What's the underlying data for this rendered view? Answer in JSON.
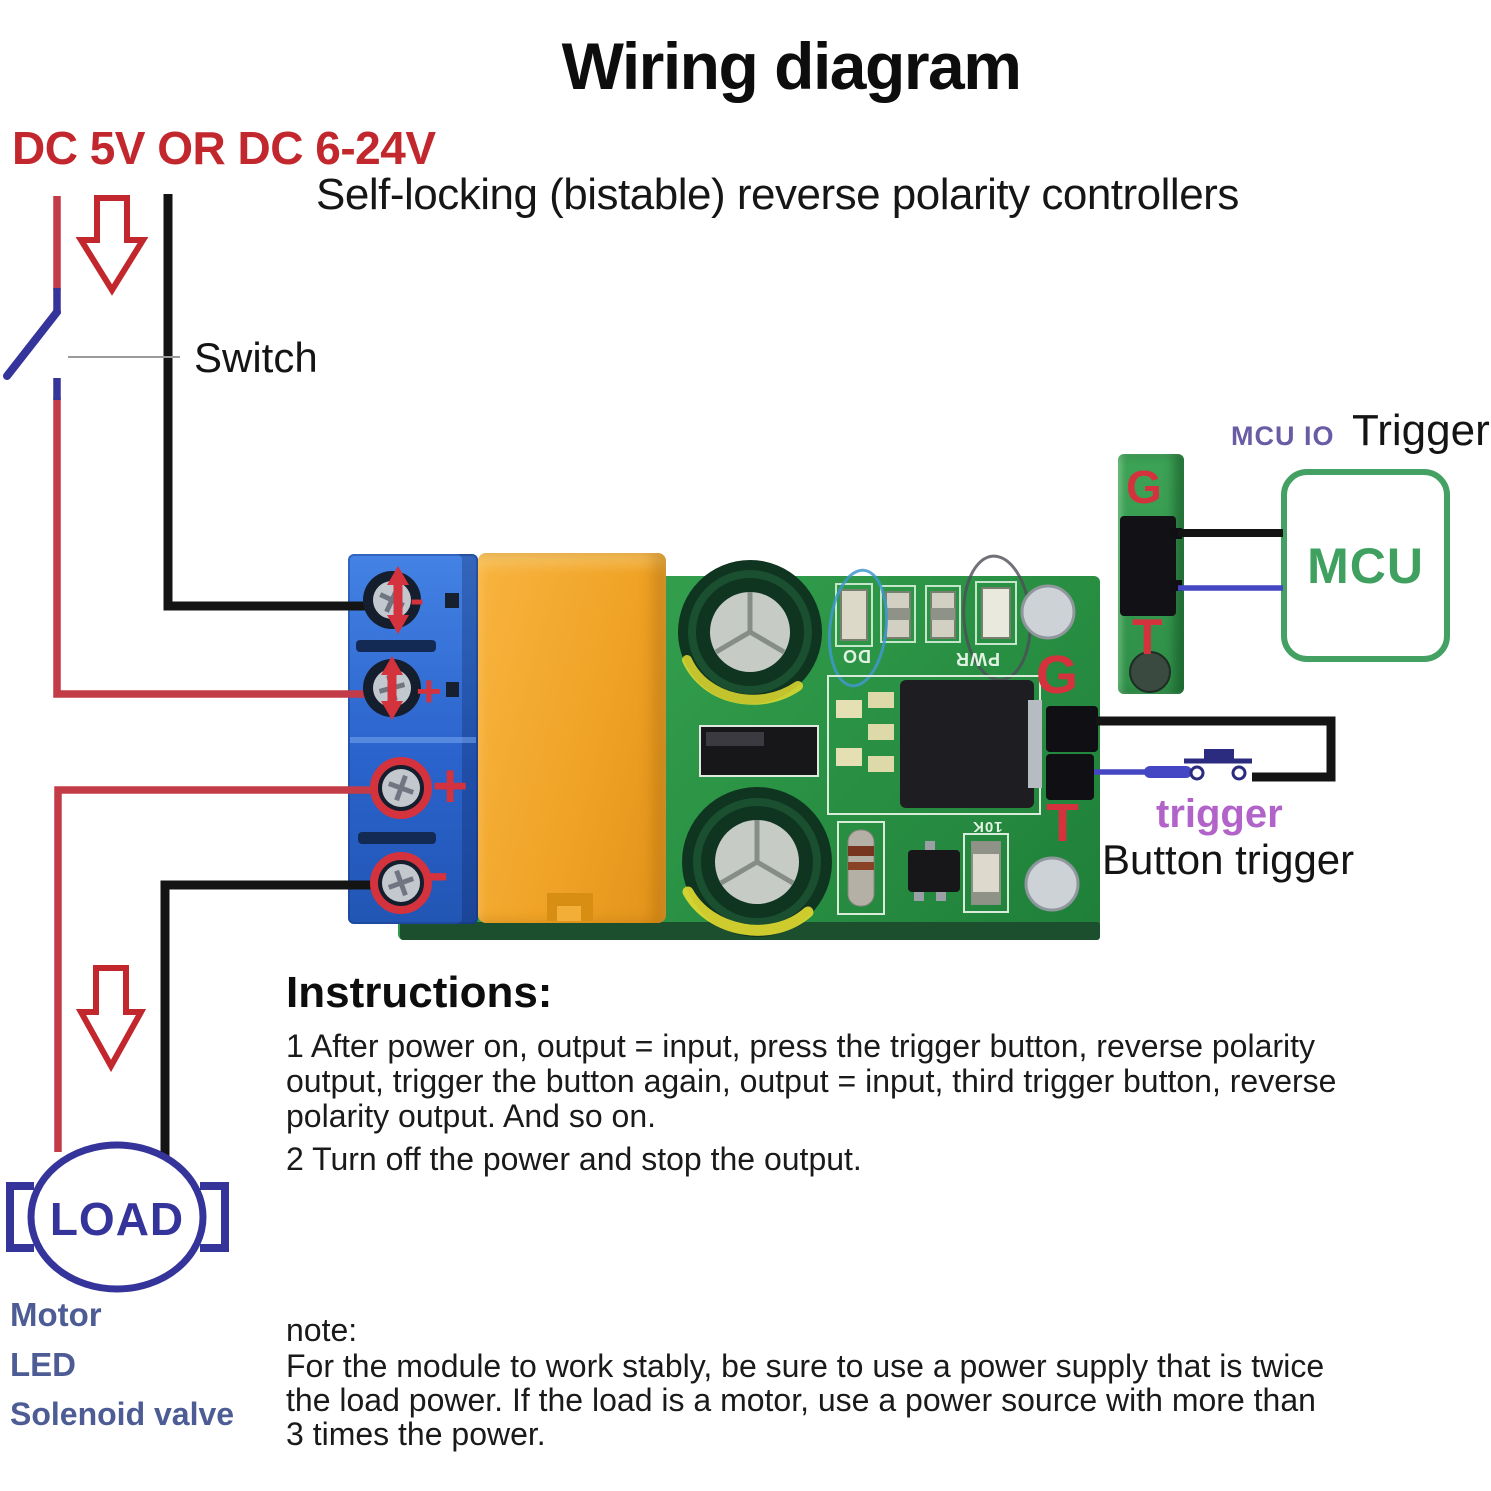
{
  "header": {
    "title": "Wiring diagram",
    "power_label": "DC 5V OR DC 6-24V",
    "subtitle": "Self-locking (bistable) reverse polarity controllers"
  },
  "labels": {
    "switch": "Switch",
    "mcu_io": "MCU IO",
    "trigger_top": "Trigger",
    "mcu": "MCU",
    "trigger_caption": "trigger",
    "button_trigger": "Button trigger",
    "load": "LOAD",
    "load_types": [
      "Motor",
      "LED",
      "Solenoid valve"
    ]
  },
  "board": {
    "terminal_marks": [
      "-",
      "+",
      "+",
      "-"
    ],
    "pin_g": "G",
    "pin_t": "T",
    "strip_pin_g": "G",
    "strip_pin_t": "T",
    "silkscreen": {
      "do": "DO",
      "pwr": "PWR",
      "r10k": "10K"
    }
  },
  "instructions": {
    "heading": "Instructions:",
    "lines": [
      "1 After power on, output = input, press the trigger button, reverse polarity",
      "output, trigger the button again, output = input, third trigger button, reverse",
      "polarity output. And so on.",
      "2 Turn off the power and stop the output."
    ]
  },
  "note": {
    "heading": "note:",
    "lines": [
      "For the module to work stably, be sure to use a power supply that is twice",
      "the load power. If the load is a motor, use a power source with more than",
      "3 times the power."
    ]
  },
  "colors": {
    "accent_red": "#c1272d",
    "wire_red": "#c23b47",
    "wire_black": "#141414",
    "wire_blue": "#4446c4",
    "switch_blue": "#34349b",
    "load_blue": "#34349b",
    "label_slate": "#4d5c94",
    "trigger_purple": "#b163c9",
    "mcu_io_purple": "#6a5ba5",
    "mcu_green": "#3fa060",
    "pcb_green": "#2d9747",
    "terminal_blue": "#2a63cc",
    "relay_orange": "#f0a326",
    "annotation_red": "#d4323c"
  }
}
